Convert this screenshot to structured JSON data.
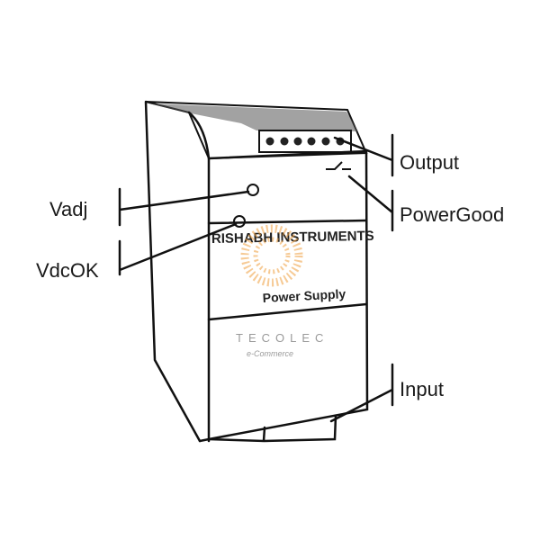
{
  "diagram": {
    "device": {
      "brand": "RISHABH INSTRUMENTS",
      "product": "Power Supply"
    },
    "labels": {
      "vadj": "Vadj",
      "vdcok": "VdcOK",
      "output": "Output",
      "powergood": "PowerGood",
      "input": "Input"
    },
    "watermark": {
      "name": "TECOLEC",
      "tagline": "e-Commerce",
      "color": "#f0a040"
    }
  }
}
